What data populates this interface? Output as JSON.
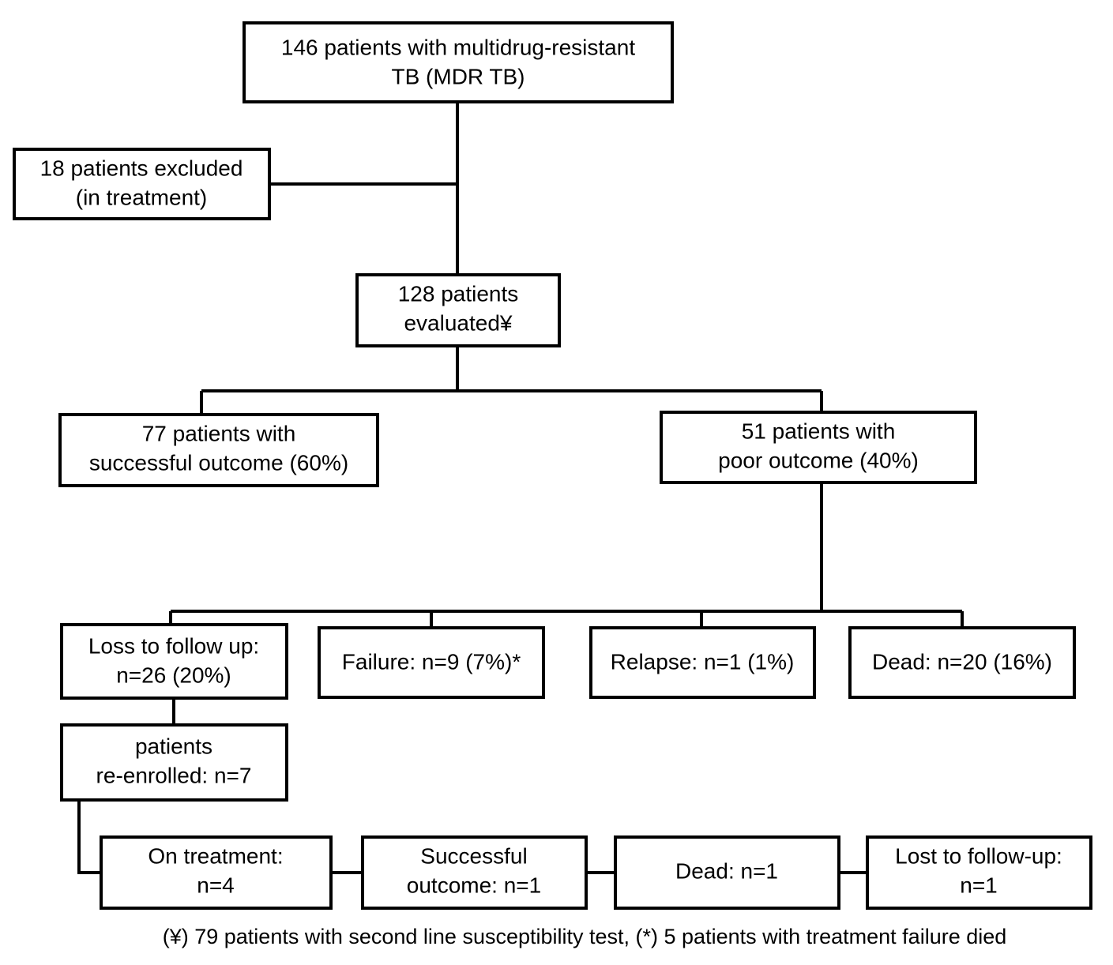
{
  "diagram": {
    "title": "MDR TB patient outcome flowchart",
    "stroke_color": "#000000",
    "fill_color": "#ffffff",
    "nodes": {
      "total_cohort": {
        "line1": "146 patients with multidrug-resistant",
        "line2": "TB (MDR TB)"
      },
      "excluded": {
        "line1": "18 patients excluded",
        "line2": "(in treatment)"
      },
      "evaluated": {
        "line1": "128 patients",
        "line2": "evaluated¥"
      },
      "successful_outcome": {
        "line1": "77 patients with",
        "line2": "successful outcome (60%)"
      },
      "poor_outcome": {
        "line1": "51 patients with",
        "line2": "poor outcome (40%)"
      },
      "loss_follow_up": {
        "line1": "Loss to follow up:",
        "line2": "n=26 (20%)"
      },
      "failure": {
        "line1": "Failure: n=9 (7%)*",
        "line2": ""
      },
      "relapse": {
        "line1": "Relapse: n=1 (1%)",
        "line2": ""
      },
      "dead_main": {
        "line1": "Dead: n=20 (16%)",
        "line2": ""
      },
      "re_enrolled": {
        "line1": "patients",
        "line2": "re-enrolled: n=7"
      },
      "on_treatment": {
        "line1": "On treatment:",
        "line2": "n=4"
      },
      "successful_reenroll": {
        "line1": "Successful",
        "line2": "outcome: n=1"
      },
      "dead_reenroll": {
        "line1": "Dead: n=1",
        "line2": ""
      },
      "lost_reenroll": {
        "line1": "Lost to follow-up:",
        "line2": "n=1"
      }
    },
    "footnote": "(¥) 79 patients with second line susceptibility test, (*) 5 patients with treatment failure died"
  },
  "chart_data": {
    "type": "diagram",
    "title": "MDR TB treatment outcome flow",
    "nodes": [
      {
        "id": "total_cohort",
        "label": "146 patients with multidrug-resistant TB (MDR TB)",
        "n": 146
      },
      {
        "id": "excluded",
        "label": "18 patients excluded (in treatment)",
        "n": 18
      },
      {
        "id": "evaluated",
        "label": "128 patients evaluated¥",
        "n": 128
      },
      {
        "id": "successful_outcome",
        "label": "77 patients with successful outcome (60%)",
        "n": 77,
        "pct": 60
      },
      {
        "id": "poor_outcome",
        "label": "51 patients with poor outcome (40%)",
        "n": 51,
        "pct": 40
      },
      {
        "id": "loss_follow_up",
        "label": "Loss to follow up: n=26 (20%)",
        "n": 26,
        "pct": 20
      },
      {
        "id": "failure",
        "label": "Failure: n=9 (7%)*",
        "n": 9,
        "pct": 7
      },
      {
        "id": "relapse",
        "label": "Relapse: n=1 (1%)",
        "n": 1,
        "pct": 1
      },
      {
        "id": "dead_main",
        "label": "Dead: n=20 (16%)",
        "n": 20,
        "pct": 16
      },
      {
        "id": "re_enrolled",
        "label": "patients re-enrolled: n=7",
        "n": 7
      },
      {
        "id": "on_treatment",
        "label": "On treatment: n=4",
        "n": 4
      },
      {
        "id": "successful_reenroll",
        "label": "Successful outcome: n=1",
        "n": 1
      },
      {
        "id": "dead_reenroll",
        "label": "Dead: n=1",
        "n": 1
      },
      {
        "id": "lost_reenroll",
        "label": "Lost to follow-up: n=1",
        "n": 1
      }
    ],
    "edges": [
      {
        "from": "total_cohort",
        "to": "excluded"
      },
      {
        "from": "total_cohort",
        "to": "evaluated"
      },
      {
        "from": "evaluated",
        "to": "successful_outcome"
      },
      {
        "from": "evaluated",
        "to": "poor_outcome"
      },
      {
        "from": "poor_outcome",
        "to": "loss_follow_up"
      },
      {
        "from": "poor_outcome",
        "to": "failure"
      },
      {
        "from": "poor_outcome",
        "to": "relapse"
      },
      {
        "from": "poor_outcome",
        "to": "dead_main"
      },
      {
        "from": "loss_follow_up",
        "to": "re_enrolled"
      },
      {
        "from": "re_enrolled",
        "to": "on_treatment"
      },
      {
        "from": "re_enrolled",
        "to": "successful_reenroll"
      },
      {
        "from": "re_enrolled",
        "to": "dead_reenroll"
      },
      {
        "from": "re_enrolled",
        "to": "lost_reenroll"
      }
    ],
    "annotations": [
      "(¥) 79 patients with second line susceptibility test",
      "(*) 5 patients with treatment failure died"
    ]
  }
}
